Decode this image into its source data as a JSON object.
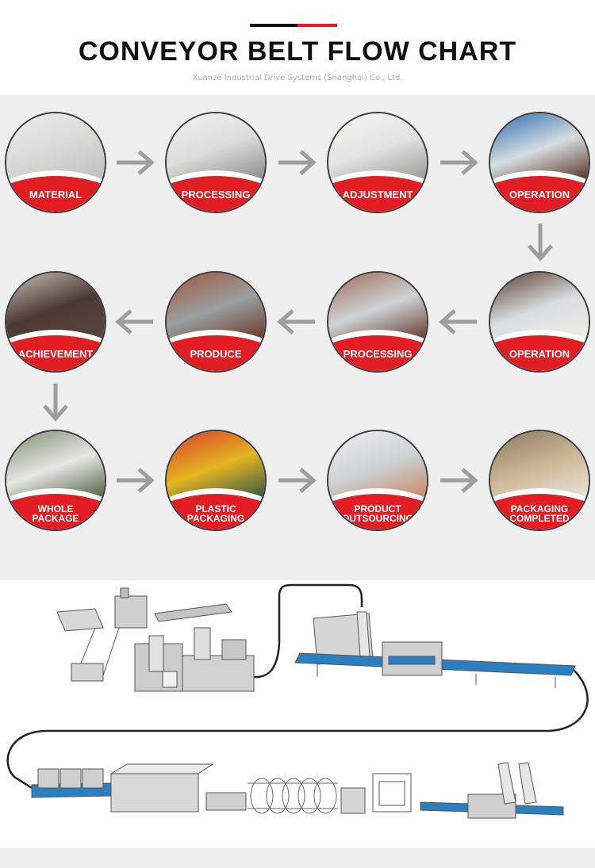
{
  "header": {
    "title": "CONVEYOR BELT FLOW CHART",
    "subtitle": "Xuanze Industrial Drive Systems (Shanghai) Co., Ltd."
  },
  "colors": {
    "accent_red": "#e01e24",
    "ink": "#111111",
    "panel_gray": "#efefef",
    "arrow_gray": "#9e9e9e",
    "conveyor_blue": "#2b7fc1"
  },
  "steps": [
    {
      "lines": [
        "MATERIAL"
      ],
      "photo": "white-belt-sheets"
    },
    {
      "lines": [
        "PROCESSING"
      ],
      "photo": "cutting-machine"
    },
    {
      "lines": [
        "ADJUSTMENT"
      ],
      "photo": "adjustment-machine"
    },
    {
      "lines": [
        "OPERATION"
      ],
      "photo": "brown-belt-roll"
    },
    {
      "lines": [
        "OPERATION"
      ],
      "photo": "white-belt-unroll"
    },
    {
      "lines": [
        "PROCESSING"
      ],
      "photo": "belt-joining"
    },
    {
      "lines": [
        "PRODUCE"
      ],
      "photo": "belt-finishing"
    },
    {
      "lines": [
        "ACHIEVEMENT"
      ],
      "photo": "finished-belts"
    },
    {
      "lines": [
        "WHOLE",
        "PACKAGE"
      ],
      "photo": "wrapped-roll"
    },
    {
      "lines": [
        "PLASTIC",
        "PACKAGING"
      ],
      "photo": "plastic-wrapped-belt"
    },
    {
      "lines": [
        "PRODUCT",
        "OUTSOURCING"
      ],
      "photo": "bubble-wrapped-rolls"
    },
    {
      "lines": [
        "PACKAGING",
        "COMPLETED"
      ],
      "photo": "cardboard-boxes"
    }
  ]
}
